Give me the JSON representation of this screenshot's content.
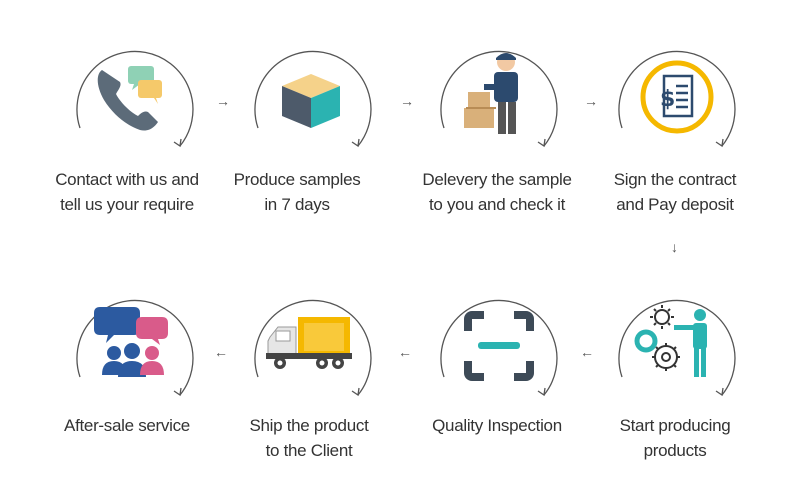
{
  "steps": [
    {
      "line1": "Contact with us and",
      "line2": "tell us your require",
      "icon": "phone-chat-icon"
    },
    {
      "line1": "Produce samples",
      "line2": "in 7 days",
      "icon": "box-icon"
    },
    {
      "line1": "Delevery the sample",
      "line2": "to you and check it",
      "icon": "delivery-man-icon"
    },
    {
      "line1": "Sign the contract",
      "line2": "and Pay deposit",
      "icon": "contract-dollar-icon"
    },
    {
      "line1": "Start producing",
      "line2": "products",
      "icon": "gears-worker-icon"
    },
    {
      "line1": "Quality Inspection",
      "line2": "",
      "icon": "inspection-frame-icon"
    },
    {
      "line1": "Ship the product",
      "line2": "to the Client",
      "icon": "truck-icon"
    },
    {
      "line1": "After-sale service",
      "line2": "",
      "icon": "people-chat-icon"
    }
  ],
  "arrows": {
    "right": "→",
    "down": "↓",
    "left": "←"
  },
  "colors": {
    "teal": "#2bb3b1",
    "navy": "#2c4a6e",
    "yellow": "#f5b800",
    "tan": "#d9b07a"
  }
}
